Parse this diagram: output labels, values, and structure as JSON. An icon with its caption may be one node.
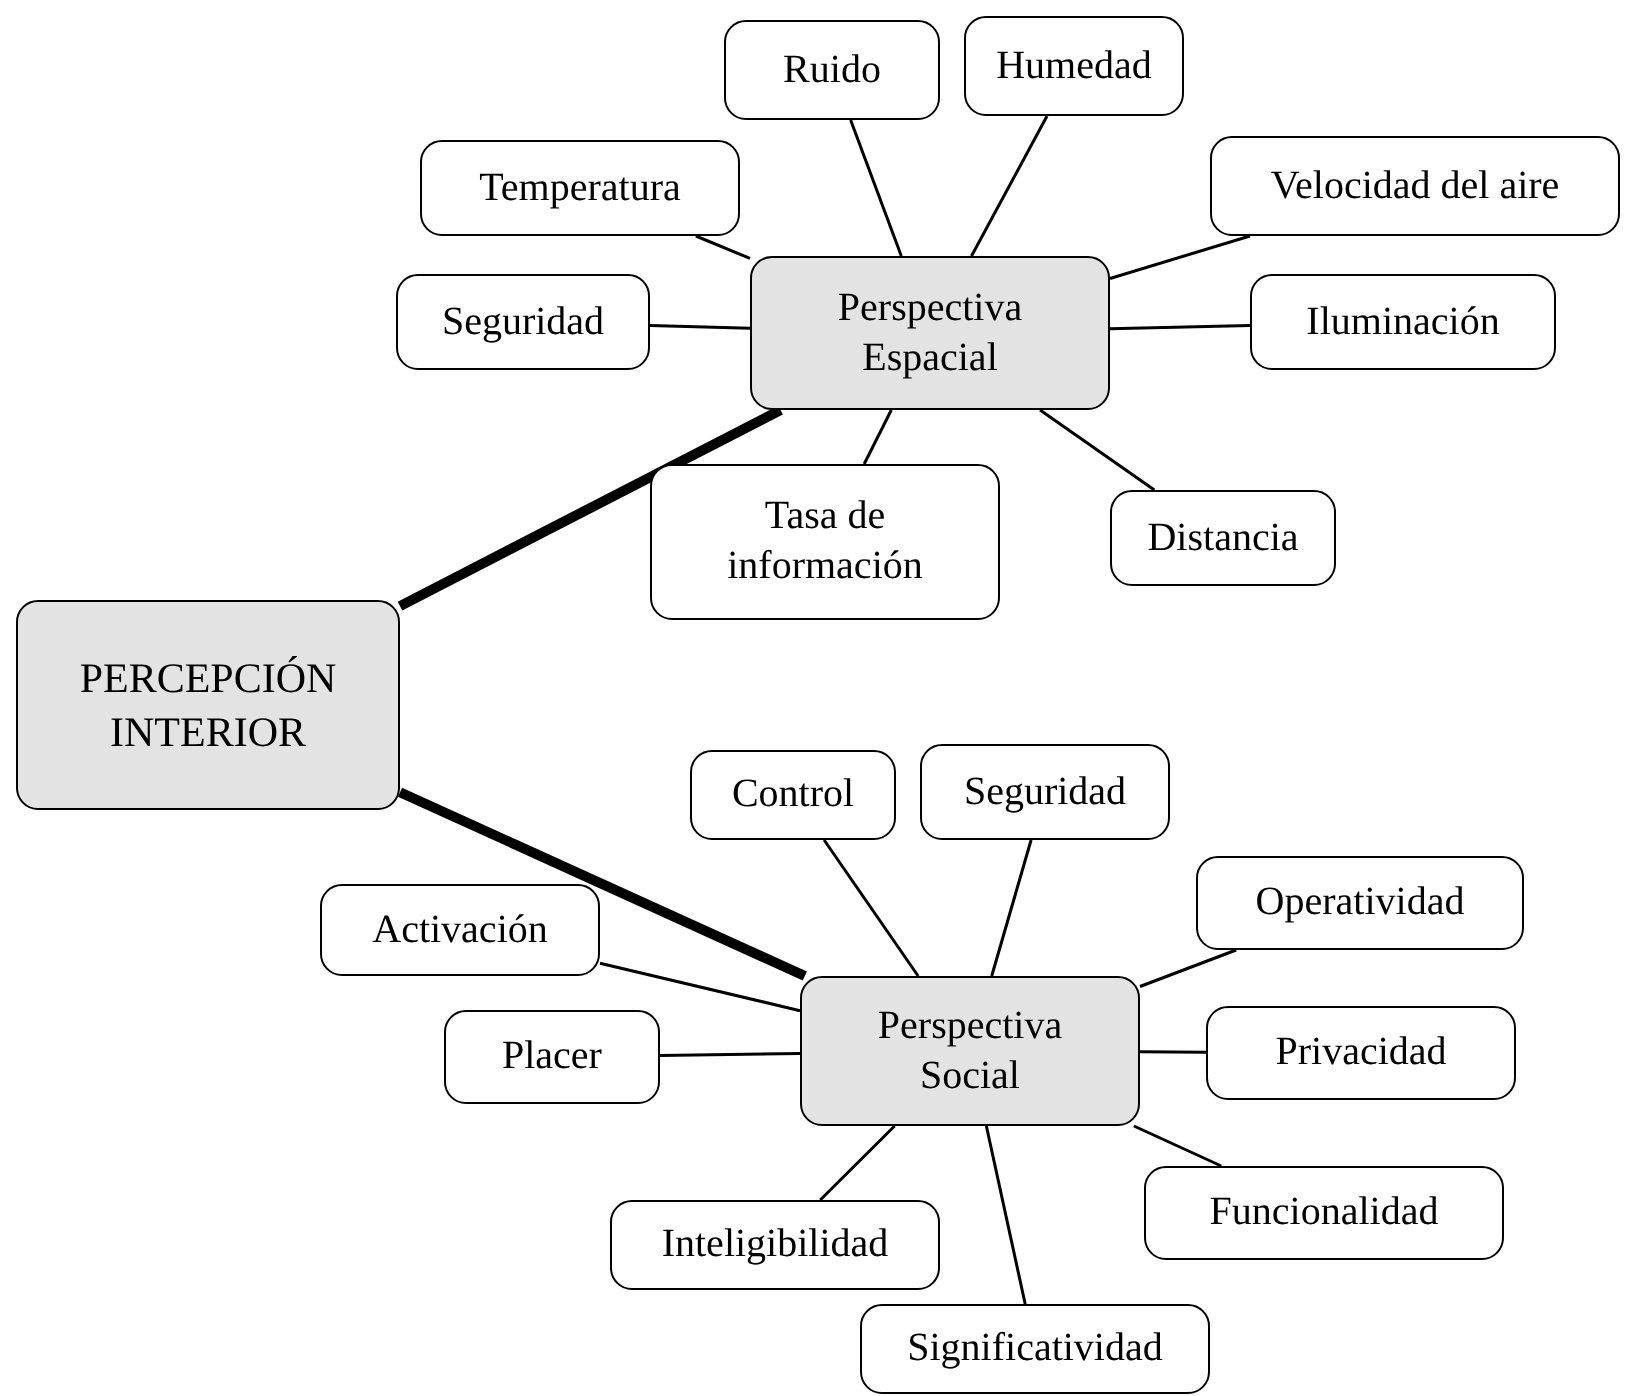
{
  "diagram": {
    "nodes": [
      {
        "text": [
          "PERCEPCIÓN INTERIOR"
        ]
      },
      {
        "text": [
          "Perspectiva Espacial"
        ]
      },
      {
        "text": [
          "Temperatura"
        ]
      },
      {
        "text": [
          "Ruido"
        ]
      },
      {
        "text": [
          "Humedad"
        ]
      },
      {
        "text": [
          "Velocidad del aire"
        ]
      },
      {
        "text": [
          "Seguridad"
        ]
      },
      {
        "text": [
          "Iluminación"
        ]
      },
      {
        "text": [
          "Tasa de información"
        ]
      },
      {
        "text": [
          "Distancia"
        ]
      },
      {
        "text": [
          "Perspectiva Social"
        ]
      },
      {
        "text": [
          "Control"
        ]
      },
      {
        "text": [
          "Seguridad"
        ]
      },
      {
        "text": [
          "Operatividad"
        ]
      },
      {
        "text": [
          "Activación"
        ]
      },
      {
        "text": [
          "Privacidad"
        ]
      },
      {
        "text": [
          "Placer"
        ]
      },
      {
        "text": [
          "Funcionalidad"
        ]
      },
      {
        "text": [
          "Inteligibilidad"
        ]
      },
      {
        "text": [
          "Significatividad"
        ]
      }
    ],
    "edges": [
      {
        "from": 0,
        "to": 1,
        "arrow": "none",
        "style": "thick"
      },
      {
        "from": 0,
        "to": 10,
        "arrow": "none",
        "style": "thick"
      },
      {
        "from": 1,
        "to": 2,
        "arrow": "none"
      },
      {
        "from": 1,
        "to": 3,
        "arrow": "none"
      },
      {
        "from": 1,
        "to": 4,
        "arrow": "none"
      },
      {
        "from": 1,
        "to": 5,
        "arrow": "none"
      },
      {
        "from": 1,
        "to": 6,
        "arrow": "none"
      },
      {
        "from": 1,
        "to": 7,
        "arrow": "none"
      },
      {
        "from": 1,
        "to": 8,
        "arrow": "none"
      },
      {
        "from": 1,
        "to": 9,
        "arrow": "none"
      },
      {
        "from": 10,
        "to": 11,
        "arrow": "none"
      },
      {
        "from": 10,
        "to": 12,
        "arrow": "none"
      },
      {
        "from": 10,
        "to": 13,
        "arrow": "none"
      },
      {
        "from": 10,
        "to": 14,
        "arrow": "none"
      },
      {
        "from": 10,
        "to": 15,
        "arrow": "none"
      },
      {
        "from": 10,
        "to": 16,
        "arrow": "none"
      },
      {
        "from": 10,
        "to": 17,
        "arrow": "none"
      },
      {
        "from": 10,
        "to": 18,
        "arrow": "none"
      },
      {
        "from": 10,
        "to": 19,
        "arrow": "none"
      }
    ]
  }
}
